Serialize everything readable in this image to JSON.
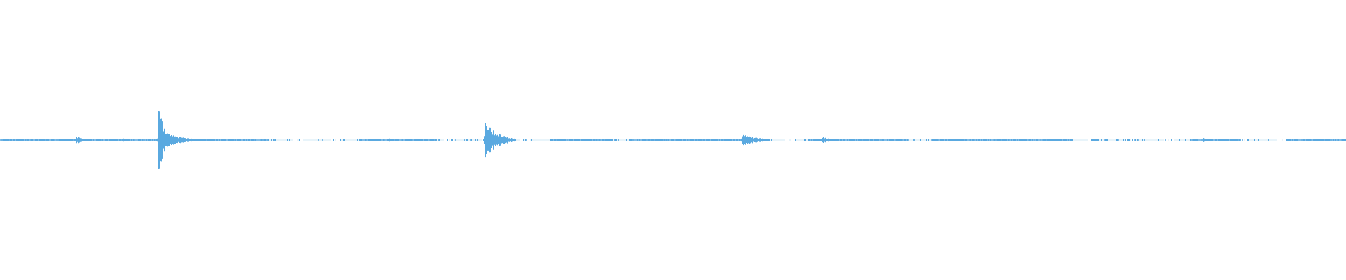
{
  "waveform": {
    "color": "#5aa9e0",
    "background": "#ffffff",
    "duration_s": 60,
    "amplitude_range": [
      -1,
      1
    ],
    "baseline_amplitude": 0.01,
    "silent_ranges": [
      [
        23.7,
        24.5
      ],
      [
        34.6,
        35.3
      ],
      [
        47.8,
        48.6
      ],
      [
        56.8,
        57.3
      ]
    ],
    "sparse_ranges": [
      [
        12.0,
        16.0
      ],
      [
        19.5,
        21.5
      ],
      [
        23.0,
        23.7
      ],
      [
        27.3,
        28.0
      ],
      [
        34.2,
        34.6
      ],
      [
        35.3,
        36.0
      ],
      [
        40.5,
        41.6
      ],
      [
        49.0,
        53.0
      ],
      [
        55.3,
        56.8
      ]
    ],
    "events": [
      {
        "t": 1.7,
        "amp": 0.025,
        "decay_s": 0.3
      },
      {
        "t": 3.4,
        "amp": 0.045,
        "decay_s": 0.4
      },
      {
        "t": 5.5,
        "amp": 0.025,
        "decay_s": 0.3
      },
      {
        "t": 7.05,
        "amp": 0.48,
        "decay_s": 0.25
      },
      {
        "t": 7.35,
        "amp": 0.1,
        "decay_s": 0.8
      },
      {
        "t": 17.3,
        "amp": 0.025,
        "decay_s": 0.3
      },
      {
        "t": 19.4,
        "amp": 0.02,
        "decay_s": 0.3
      },
      {
        "t": 21.6,
        "amp": 0.25,
        "decay_s": 0.55
      },
      {
        "t": 26.0,
        "amp": 0.025,
        "decay_s": 0.4
      },
      {
        "t": 29.2,
        "amp": 0.02,
        "decay_s": 0.4
      },
      {
        "t": 33.05,
        "amp": 0.075,
        "decay_s": 0.8
      },
      {
        "t": 36.6,
        "amp": 0.05,
        "decay_s": 0.35
      },
      {
        "t": 39.7,
        "amp": 0.015,
        "decay_s": 0.3
      },
      {
        "t": 45.4,
        "amp": 0.015,
        "decay_s": 0.3
      },
      {
        "t": 53.6,
        "amp": 0.03,
        "decay_s": 0.4
      },
      {
        "t": 55.5,
        "amp": 0.02,
        "decay_s": 0.3
      }
    ]
  }
}
